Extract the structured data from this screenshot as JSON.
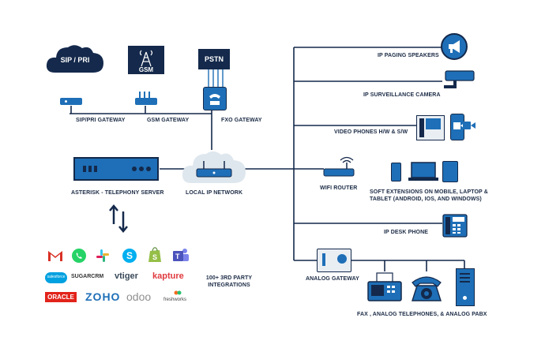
{
  "colors": {
    "navy": "#14294b",
    "blue": "#1e6fb7",
    "light_blue": "#2f86cf",
    "cloud": "#dfe7ee"
  },
  "clouds": {
    "sip_pri": "SIP / PRI",
    "local_network_label": "LOCAL IP NETWORK"
  },
  "providers": {
    "gsm": "GSM",
    "pstn": "PSTN"
  },
  "gateways": {
    "sip_pri": "SIP/PRI GATEWAY",
    "gsm": "GSM GATEWAY",
    "fxo": "FXO GATEWAY"
  },
  "server": {
    "label": "ASTERISK - TELEPHONY SERVER"
  },
  "right_devices": {
    "paging": "IP PAGING SPEAKERS",
    "camera": "IP SURVEILLANCE CAMERA",
    "video_phones": "VIDEO PHONES H/W & S/W",
    "wifi_router": "WIFI ROUTER",
    "soft_extensions_line1": "SOFT EXTENSIONS ON  MOBILE, LAPTOP &",
    "soft_extensions_line2": "TABLET (ANDROID, IOS, AND WINDOWS)",
    "desk_phone": "IP DESK PHONE",
    "analog_gateway": "ANALOG GATEWAY",
    "analog_devices": "FAX , ANALOG TELEPHONES, & ANALOG PABX"
  },
  "integrations": {
    "line1": "100+ 3RD PARTY",
    "line2": "INTEGRATIONS",
    "logos_row1": [
      "gmail-icon",
      "whatsapp-icon",
      "slack-icon",
      "skype-icon",
      "shopify-icon",
      "teams-icon"
    ],
    "salesforce": "salesforce",
    "sugarcrm": "SUGARCRM",
    "vtiger": "vtiger",
    "kapture": "kapture",
    "oracle": "ORACLE",
    "zoho": "ZOHO",
    "odoo": "odoo",
    "freshworks": "freshworks"
  }
}
